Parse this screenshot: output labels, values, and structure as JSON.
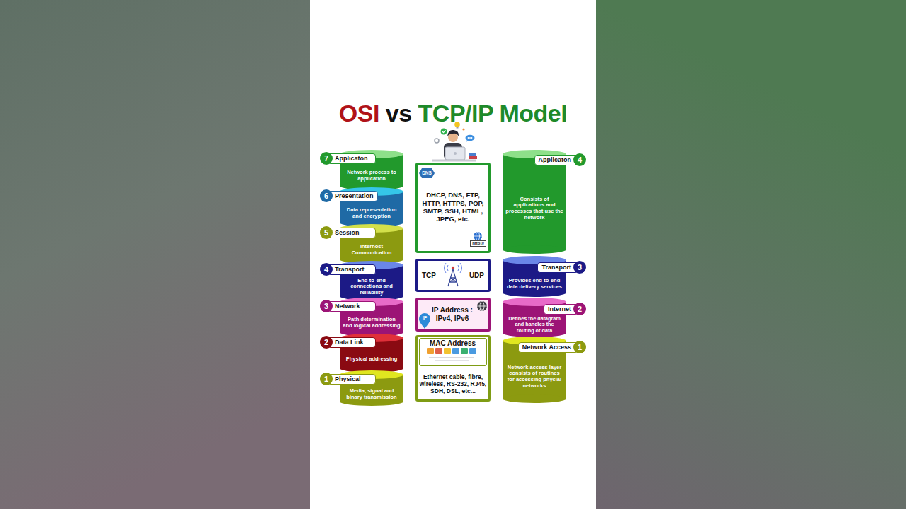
{
  "diagram": {
    "title": "OSI vs TCP/IP Model",
    "nodes": [
      {
        "text": [
          "7",
          "Applicaton",
          "Network process to application"
        ]
      },
      {
        "text": [
          "6",
          "Presentation",
          "Data representation and encryption"
        ]
      },
      {
        "text": [
          "5",
          "Session",
          "Interhost Communication"
        ]
      },
      {
        "text": [
          "4",
          "Transport",
          "End-to-end connections and reliability"
        ]
      },
      {
        "text": [
          "3",
          "Network",
          "Path determination and logical addressing"
        ]
      },
      {
        "text": [
          "2",
          "Data Link",
          "Physical addressing"
        ]
      },
      {
        "text": [
          "1",
          "Physical",
          "Media, signal and binary transmission"
        ]
      },
      {
        "text": [
          "DHCP, DNS, FTP, HTTP, HTTPS, POP, SMTP, SSH, HTML, JPEG, etc."
        ]
      },
      {
        "text": [
          "TCP",
          "UDP"
        ]
      },
      {
        "text": [
          "IP Address : IPv4, IPv6"
        ]
      },
      {
        "text": [
          "Ethernet cable, fibre, wireless, RS-232, RJ45, SDH, DSL, etc..."
        ]
      },
      {
        "text": [
          "MAC Address"
        ],
        "in": 10
      },
      {
        "text": [
          "Applicaton",
          "4",
          "Consists of applications and processes that use the network"
        ]
      },
      {
        "text": [
          "Transport",
          "3",
          "Provides end-to-end data delivery services"
        ]
      },
      {
        "text": [
          "Internet",
          "2",
          "Defines the datagram and handles the routing of data"
        ]
      },
      {
        "text": [
          "Network Access",
          "1",
          "Network access layer consists of routines for accessing phycial networks"
        ]
      }
    ],
    "labels": [
      "DNS",
      "http://",
      "IP"
    ]
  }
}
